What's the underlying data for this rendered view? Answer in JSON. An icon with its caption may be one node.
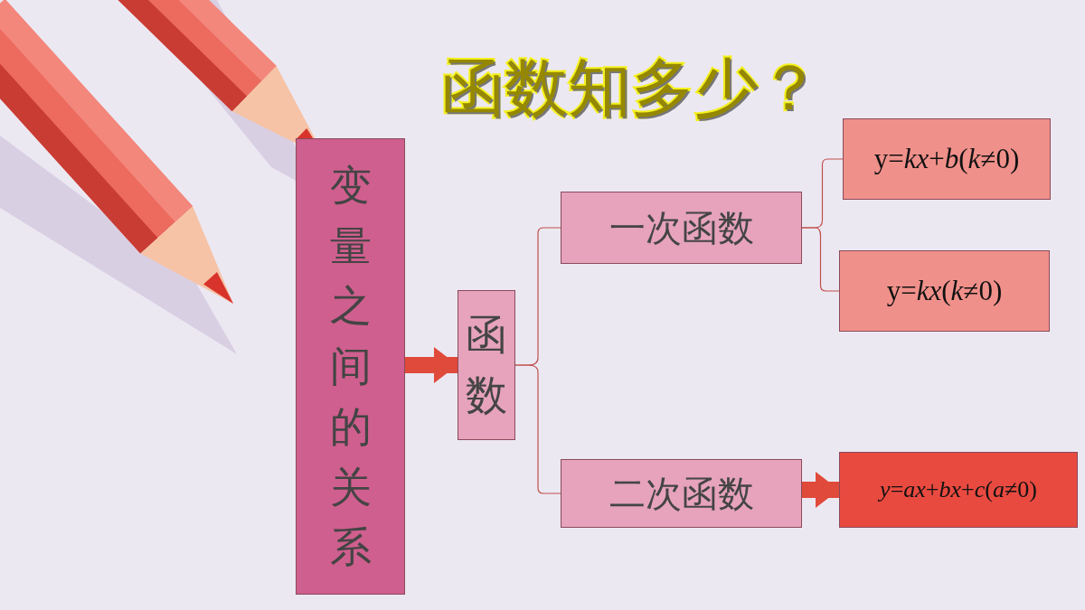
{
  "diagram": {
    "title": "函数知多少？",
    "nodes": [
      {
        "text": [
          "变量之间的关系"
        ]
      },
      {
        "text": [
          "函数"
        ]
      },
      {
        "text": [
          "一次函数"
        ]
      },
      {
        "text": [
          "二次函数"
        ]
      },
      {
        "text": [
          "y=*kx*+*b*(*k*≠0)"
        ]
      },
      {
        "text": [
          "y=*kx*(*k*≠0)"
        ]
      },
      {
        "text": [
          "*y*=*ax*+*bx*+*c*(*a*≠0)"
        ]
      }
    ],
    "edges": [
      {
        "from": 0,
        "to": 1,
        "arrow": "to",
        "style": "thick",
        "color": "#e04a3a"
      },
      {
        "from": 1,
        "to": 2,
        "arrow": "none"
      },
      {
        "from": 1,
        "to": 3,
        "arrow": "none"
      },
      {
        "from": 2,
        "to": 4,
        "arrow": "none"
      },
      {
        "from": 2,
        "to": 5,
        "arrow": "none"
      },
      {
        "from": 3,
        "to": 6,
        "arrow": "to",
        "style": "thick",
        "color": "#e04a3a"
      }
    ]
  }
}
